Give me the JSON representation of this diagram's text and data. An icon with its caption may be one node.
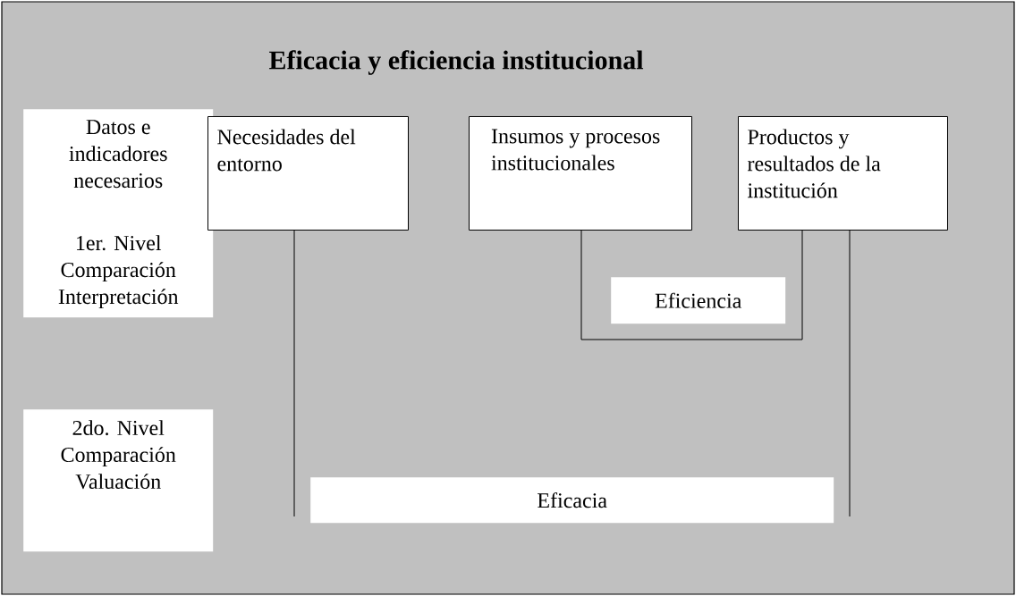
{
  "diagram": {
    "title": "Eficacia y eficiencia institucional",
    "nodes": [
      {
        "text": [
          "Datos e indicadores necesarios",
          "1er. Nivel Comparación Interpretación"
        ]
      },
      {
        "text": [
          "Necesidades del entorno"
        ]
      },
      {
        "text": [
          "Insumos y procesos institucionales"
        ]
      },
      {
        "text": [
          "Productos y resultados de la institución"
        ]
      },
      {
        "text": [
          "Eficiencia"
        ]
      },
      {
        "text": [
          "2do. Nivel Comparación Valuación"
        ]
      },
      {
        "text": [
          "Eficacia"
        ]
      }
    ],
    "edges": [
      {
        "from": 2,
        "to": 3,
        "arrow": "none"
      },
      {
        "from": 1,
        "to": null,
        "arrow": "none"
      },
      {
        "from": 3,
        "to": null,
        "arrow": "none"
      }
    ]
  }
}
